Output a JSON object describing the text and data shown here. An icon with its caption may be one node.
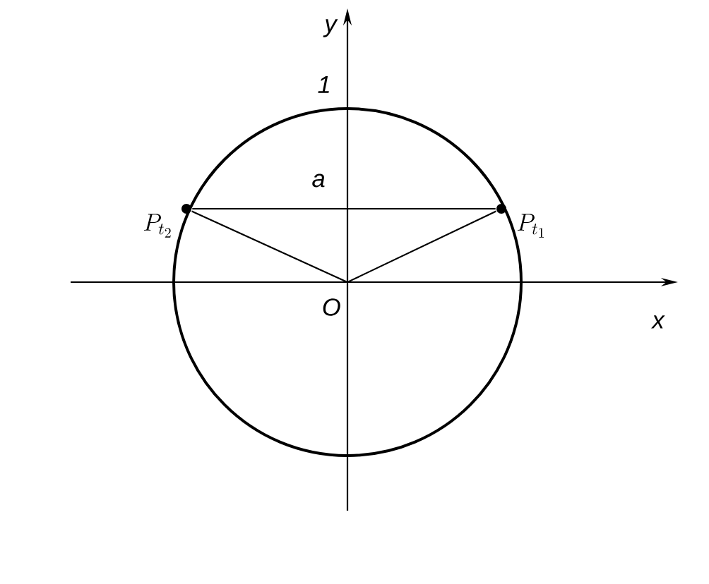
{
  "diagram": {
    "nodes": [
      {
        "text": [
          "P_{t_1}"
        ]
      },
      {
        "text": [
          "P_{t_2}"
        ]
      },
      {
        "text": [
          "O"
        ]
      }
    ],
    "edges": [
      {
        "from": 1,
        "to": 0,
        "arrow": "none"
      },
      {
        "from": 2,
        "to": 0,
        "arrow": "none"
      },
      {
        "from": 2,
        "to": 1,
        "arrow": "none"
      }
    ],
    "labels": [
      "y",
      "1",
      "a",
      "x"
    ]
  }
}
